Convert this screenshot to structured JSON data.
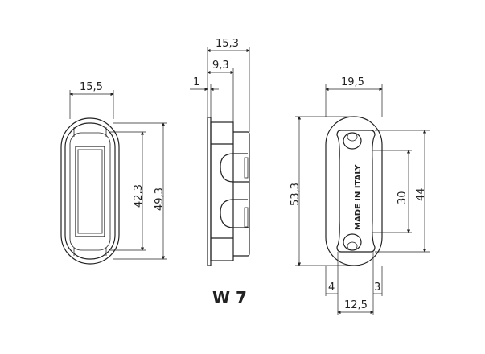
{
  "title": "W 7",
  "front_view": {
    "width": "15,5",
    "inner_height": "42,3",
    "outer_height": "49,3"
  },
  "side_view": {
    "total_depth": "15,3",
    "body_depth": "9,3",
    "plate_thickness": "1"
  },
  "strike_view": {
    "width": "19,5",
    "height": "53,3",
    "inner_height": "44",
    "hole_spacing": "30",
    "left_margin": "4",
    "right_margin": "3",
    "inner_width": "12,5",
    "stamp": "MADE IN ITALY"
  }
}
